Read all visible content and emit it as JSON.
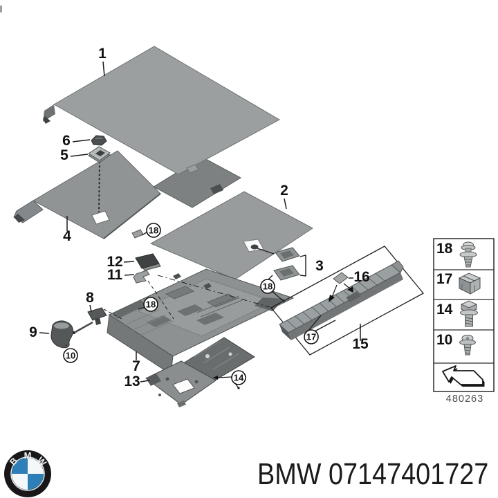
{
  "footer": {
    "part_number": "BMW 07147401727",
    "logo_letters": [
      "B",
      "M",
      "W"
    ]
  },
  "legend": {
    "rows": [
      {
        "label": "18",
        "icon": "expanding-rivet-icon"
      },
      {
        "label": "17",
        "icon": "clip-nut-icon"
      },
      {
        "label": "14",
        "icon": "hex-flange-bolt-icon"
      },
      {
        "label": "10",
        "icon": "pan-head-screw-icon"
      },
      {
        "label": "",
        "icon": "direction-arrow-icon"
      }
    ],
    "code": "480263"
  },
  "callouts": {
    "plain": [
      {
        "label": "1"
      },
      {
        "label": "2"
      },
      {
        "label": "3"
      },
      {
        "label": "4"
      },
      {
        "label": "5"
      },
      {
        "label": "6"
      },
      {
        "label": "7"
      },
      {
        "label": "8"
      },
      {
        "label": "9"
      },
      {
        "label": "11"
      },
      {
        "label": "12"
      },
      {
        "label": "13"
      },
      {
        "label": "15"
      },
      {
        "label": "16"
      }
    ],
    "circled": [
      {
        "label": "18"
      },
      {
        "label": "18"
      },
      {
        "label": "18"
      },
      {
        "label": "17"
      },
      {
        "label": "10"
      },
      {
        "label": "14"
      }
    ]
  },
  "colors": {
    "panel_gray": "#9b9fa0",
    "dark_gray": "#696d6e",
    "line_black": "#1a1a1a",
    "logo_blue": "#2e7fb8",
    "legend_code_gray": "#4f4f4f"
  }
}
